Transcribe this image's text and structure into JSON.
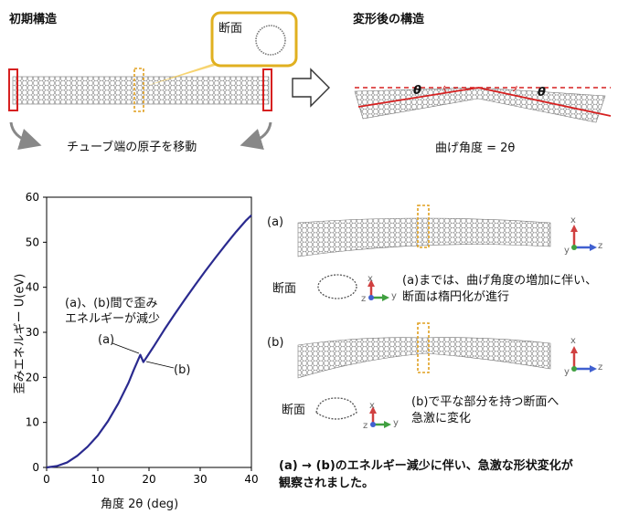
{
  "top": {
    "initial_title": "初期構造",
    "section_label": "断面",
    "move_caption": "チューブ端の原子を移動",
    "deformed_title": "変形後の構造",
    "theta_symbol": "θ",
    "bend_caption": "曲げ角度 = 2θ"
  },
  "chart_data": {
    "type": "line",
    "xlabel": "角度 2θ (deg)",
    "ylabel": "歪みエネルギー U(eV)",
    "xlim": [
      0,
      40
    ],
    "ylim": [
      0,
      60
    ],
    "xticks": [
      "0",
      "10",
      "20",
      "30",
      "40"
    ],
    "yticks": [
      "0",
      "10",
      "20",
      "30",
      "40",
      "50",
      "60"
    ],
    "series": [
      {
        "x": [
          0,
          2,
          4,
          6,
          8,
          10,
          12,
          14,
          16,
          17,
          18.3,
          18.9,
          19.5,
          21,
          23,
          25,
          27,
          29,
          31,
          33,
          35,
          37,
          39,
          40
        ],
        "y": [
          0,
          0.3,
          1.1,
          2.6,
          4.6,
          7.1,
          10.3,
          14.2,
          18.8,
          21.6,
          25.0,
          23.4,
          24.4,
          27.0,
          30.6,
          34.0,
          37.3,
          40.5,
          43.6,
          46.6,
          49.5,
          52.3,
          54.9,
          56.0
        ],
        "color": "#2a2a8f"
      }
    ],
    "annotations": {
      "note_line1": "(a)、(b)間で歪み",
      "note_line2": "エネルギーが減少",
      "point_a": "(a)",
      "point_b": "(b)"
    }
  },
  "right": {
    "a_label": "(a)",
    "a_section": "断面",
    "a_desc_line1": "(a)までは、曲げ角度の増加に伴い、",
    "a_desc_line2": "断面は楕円化が進行",
    "b_label": "(b)",
    "b_section": "断面",
    "b_desc_line1": "(b)で平な部分を持つ断面へ",
    "b_desc_line2": "急激に変化",
    "axis_x": "x",
    "axis_y": "y",
    "axis_z": "z",
    "conclusion_line1": "(a) → (b)のエネルギー減少に伴い、急激な形状変化が",
    "conclusion_line2": "観察されました。"
  },
  "colors": {
    "highlight": "#e0a020",
    "end_box": "#d62020",
    "curve": "#2a2a8f",
    "dashed": "#d62020"
  }
}
